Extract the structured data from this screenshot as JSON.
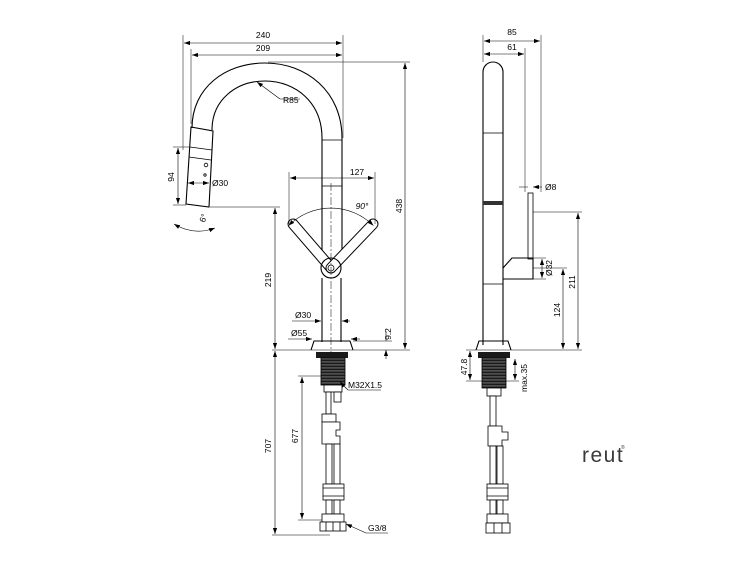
{
  "front_view": {
    "overall_width": "240",
    "spout_reach": "209",
    "bend_radius": "R85",
    "spray_head_length": "94",
    "spray_head_diameter": "Ø30",
    "spray_head_angle": "6°",
    "handle_span": "127",
    "handle_angle": "90°",
    "overall_height": "438",
    "outlet_height": "219",
    "body_diameter": "Ø30",
    "base_diameter": "Ø55",
    "base_height": "9.2",
    "thread_spec": "M32X1.5",
    "hose_total_length": "707",
    "hose_length": "677",
    "hose_connection": "G3/8"
  },
  "side_view": {
    "overall_depth": "85",
    "handle_offset": "61",
    "lever_diameter": "Ø8",
    "knob_diameter": "Ø32",
    "lever_height": "211",
    "knob_height": "124",
    "shank_length": "47.8",
    "max_deck_thickness": "max.35"
  },
  "brand": {
    "logo": "reut",
    "trademark": "®"
  },
  "colors": {
    "line": "#000000",
    "thread": "#1a1a1a",
    "logo": "#3a3a3a"
  }
}
